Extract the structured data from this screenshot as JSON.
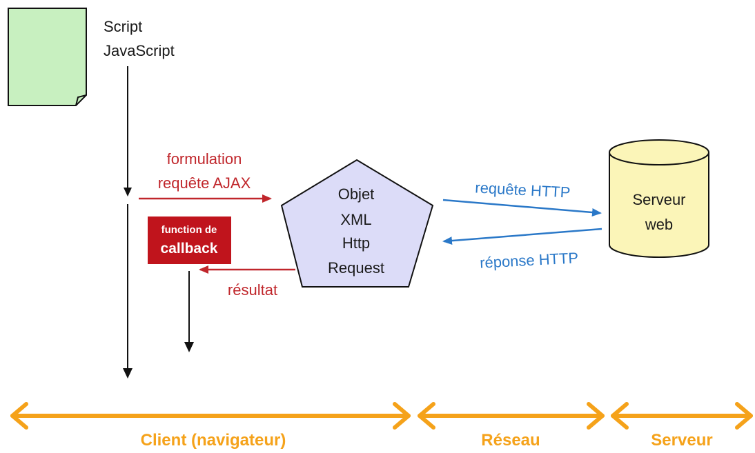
{
  "script_doc": {
    "line1": "Script",
    "line2": "JavaScript"
  },
  "ajax_request": {
    "line1": "formulation",
    "line2": "requête AJAX"
  },
  "callback": {
    "line1": "function de",
    "line2": "callback"
  },
  "result": {
    "label": "résultat"
  },
  "xhr": {
    "line1": "Objet",
    "line2": "XML",
    "line3": "Http",
    "line4": "Request"
  },
  "http_request": {
    "label": "requête HTTP"
  },
  "http_response": {
    "label": "réponse HTTP"
  },
  "server_db": {
    "line1": "Serveur",
    "line2": "web"
  },
  "zones": {
    "client": "Client (navigateur)",
    "network": "Réseau",
    "server": "Serveur"
  },
  "colors": {
    "doc_fill": "#c8f0c0",
    "pentagon_fill": "#dcdcf8",
    "cylinder_fill": "#fbf5b8",
    "red": "#c0262b",
    "blue": "#2a78c8",
    "orange": "#f5a21a"
  }
}
